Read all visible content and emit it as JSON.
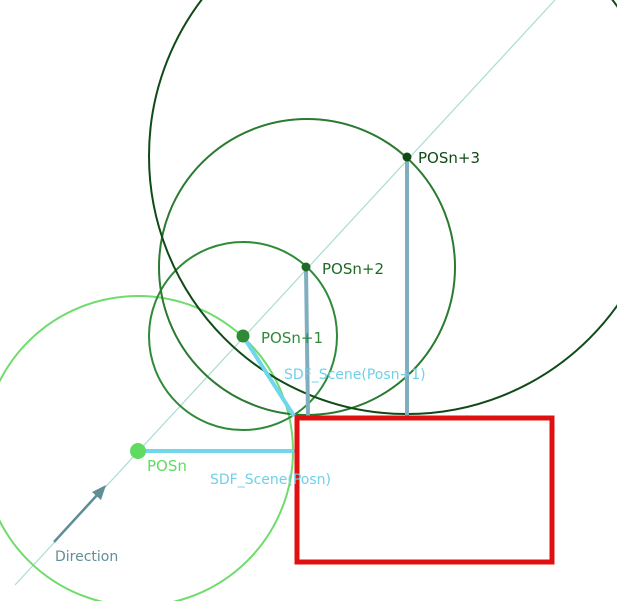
{
  "diagram": {
    "colors": {
      "ray": "#a8dcd2",
      "c0": "#6fdc6c",
      "c1": "#2f8a38",
      "c2": "#2a7a30",
      "c3": "#0f4a17",
      "point0": "#5fdc5f",
      "point1": "#2f8a38",
      "point2": "#1f6a25",
      "point3": "#0f4a17",
      "sdf_line": "#6fd6ec",
      "vertical": "#7faebe",
      "box": "#e01010",
      "arrow": "#5f8f96",
      "label_sdf": "#6fd0ea",
      "label_dir": "#5f8f96"
    },
    "labels": {
      "p0": "POSn",
      "p1": "POSn+1",
      "p2": "POSn+2",
      "p3": "POSn+3",
      "sdf0": "SDF_Scene(Posn)",
      "sdf1": "SDF_Scene(Posn+1)",
      "direction": "Direction"
    }
  }
}
